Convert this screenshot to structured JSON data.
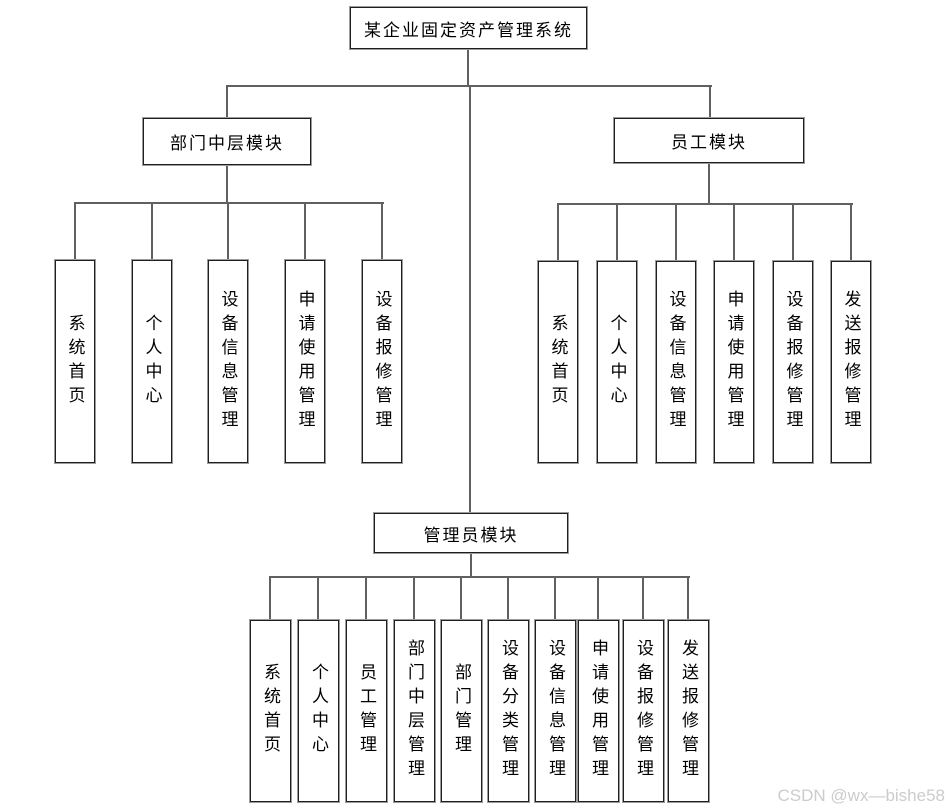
{
  "diagram": {
    "root_label": "某企业固定资产管理系统",
    "modules": [
      {
        "label": "部门中层模块",
        "children": [
          "系统首页",
          "个人中心",
          "设备信息管理",
          "申请使用管理",
          "设备报修管理"
        ]
      },
      {
        "label": "员工模块",
        "children": [
          "系统首页",
          "个人中心",
          "设备信息管理",
          "申请使用管理",
          "设备报修管理",
          "发送报修管理"
        ]
      },
      {
        "label": "管理员模块",
        "children": [
          "系统首页",
          "个人中心",
          "员工管理",
          "部门中层管理",
          "部门管理",
          "设备分类管理",
          "设备信息管理",
          "申请使用管理",
          "设备报修管理",
          "发送报修管理"
        ]
      }
    ]
  },
  "watermark": {
    "text": "CSDN @wx—bishe58"
  },
  "colors": {
    "background": "#ffffff",
    "line": "#606060",
    "box_border": "#1f1f1f",
    "box_halo": "#9b9b9b",
    "text": "#000000",
    "watermark": "#cccccc"
  }
}
